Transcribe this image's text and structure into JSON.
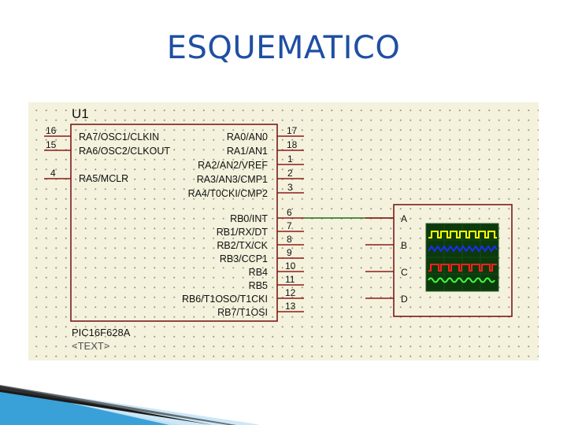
{
  "slide": {
    "title": "ESQUEMATICO"
  },
  "chip": {
    "ref": "U1",
    "part": "PIC16F628A",
    "text_placeholder": "<TEXT>",
    "left_pins": [
      {
        "num": "16",
        "label": "RA7/OSC1/CLKIN"
      },
      {
        "num": "15",
        "label": "RA6/OSC2/CLKOUT"
      },
      {
        "num": "4",
        "label": "RA5/MCLR"
      }
    ],
    "right_pins": [
      {
        "num": "17",
        "label": "RA0/AN0"
      },
      {
        "num": "18",
        "label": "RA1/AN1"
      },
      {
        "num": "1",
        "label": "RA2/AN2/VREF"
      },
      {
        "num": "2",
        "label": "RA3/AN3/CMP1"
      },
      {
        "num": "3",
        "label": "RA4/T0CKI/CMP2"
      },
      {
        "num": "6",
        "label": "RB0/INT"
      },
      {
        "num": "7",
        "label": "RB1/RX/DT"
      },
      {
        "num": "8",
        "label": "RB2/TX/CK"
      },
      {
        "num": "9",
        "label": "RB3/CCP1"
      },
      {
        "num": "10",
        "label": "RB4"
      },
      {
        "num": "11",
        "label": "RB5"
      },
      {
        "num": "12",
        "label": "RB6/T1OSO/T1CKI"
      },
      {
        "num": "13",
        "label": "RB7/T1OSI"
      }
    ]
  },
  "scope": {
    "channels": [
      {
        "label": "A",
        "color": "#ffff00"
      },
      {
        "label": "B",
        "color": "#1a2cff"
      },
      {
        "label": "C",
        "color": "#ff2020"
      },
      {
        "label": "D",
        "color": "#40ff40"
      }
    ]
  },
  "colors": {
    "outline": "#7a1a1a",
    "wire": "#1f6b1f",
    "pin": "#8b1a1a",
    "panel": "#f4f2dc",
    "screen": "#0c3a0c"
  }
}
